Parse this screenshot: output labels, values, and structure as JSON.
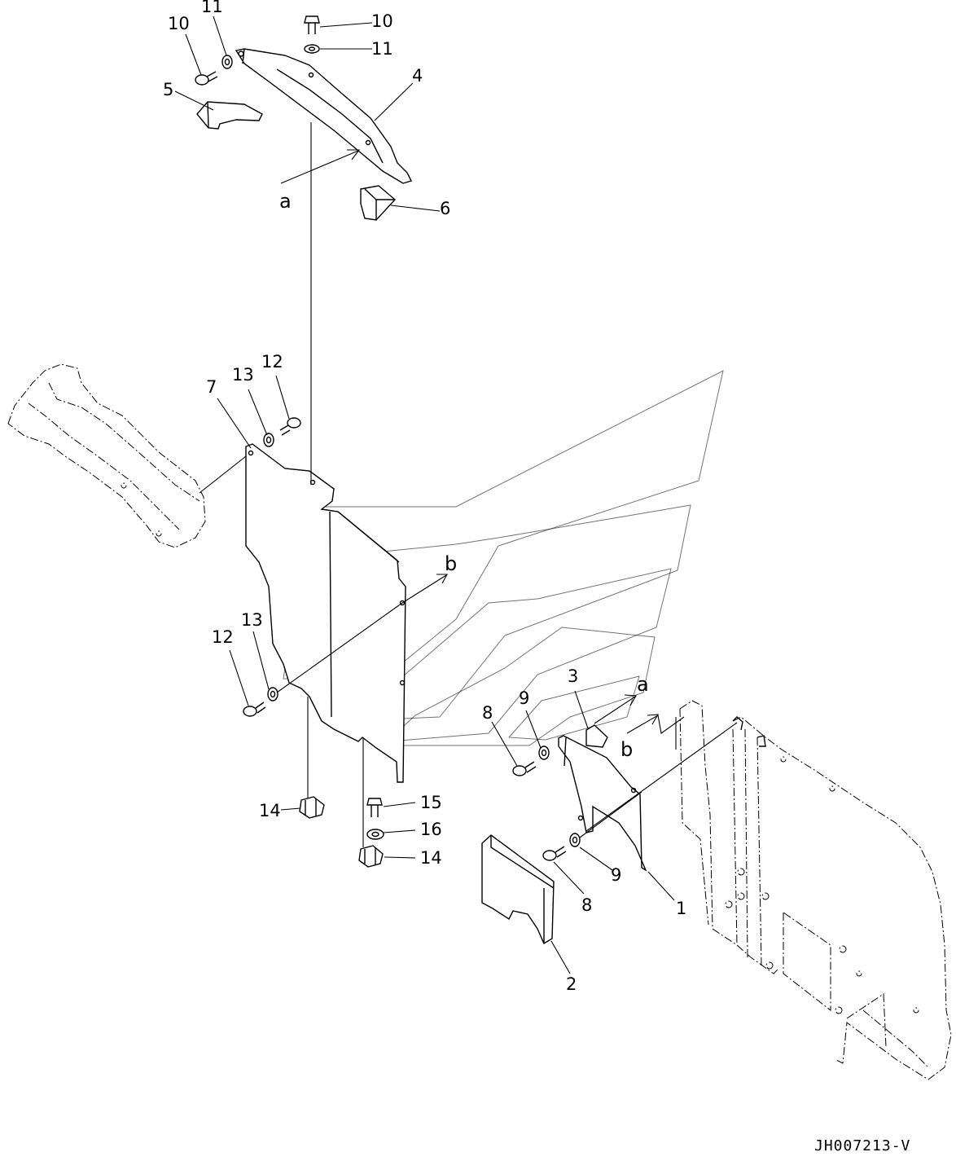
{
  "drawing": {
    "code": "JH007213-V"
  },
  "labels": {
    "p1": "1",
    "p2": "2",
    "p3": "3",
    "p4": "4",
    "p5": "5",
    "p6": "6",
    "p7": "7",
    "p8a": "8",
    "p8b": "8",
    "p9a": "9",
    "p9b": "9",
    "p10a": "10",
    "p10b": "10",
    "p11a": "11",
    "p11b": "11",
    "p12a": "12",
    "p12b": "12",
    "p13a": "13",
    "p13b": "13",
    "p14a": "14",
    "p14b": "14",
    "p15": "15",
    "p16": "16"
  },
  "refs": {
    "a_top": "a",
    "a_right": "a",
    "b_mid": "b",
    "b_right": "b"
  }
}
